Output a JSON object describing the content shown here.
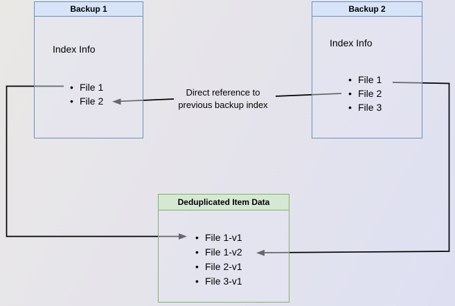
{
  "backup1": {
    "title": "Backup 1",
    "subtitle": "Index Info",
    "items": [
      "File 1",
      "File 2"
    ]
  },
  "backup2": {
    "title": "Backup 2",
    "subtitle": "Index Info",
    "items": [
      "File 1",
      "File 2",
      "File 3"
    ]
  },
  "dedup": {
    "title": "Deduplicated Item Data",
    "items": [
      "File 1-v1",
      "File 1-v2",
      "File 2-v1",
      "File 3-v1"
    ]
  },
  "annotation": {
    "line1": "Direct reference to",
    "line2": "previous backup index"
  },
  "colors": {
    "blue_box_border": "#6c8ebf",
    "blue_box_header_fill": "#dae8fc",
    "green_box_border": "#82b366",
    "green_box_header_fill": "#d5e8d4",
    "arrow": "#000000"
  }
}
